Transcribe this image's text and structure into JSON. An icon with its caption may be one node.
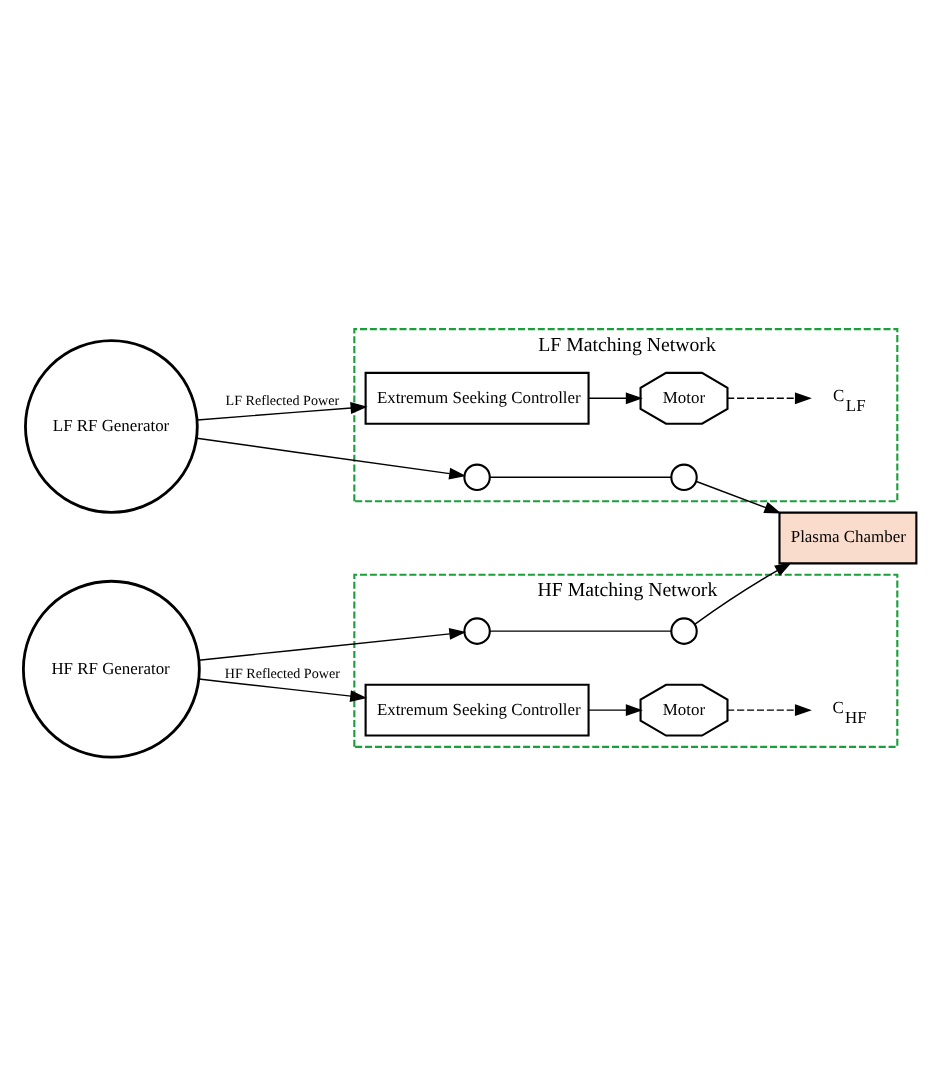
{
  "diagram": {
    "nodes": [
      {
        "text": [
          "LF RF Generator"
        ]
      },
      {
        "text": [
          "LF Matching Network"
        ]
      },
      {
        "text": [],
        "shape": "circle",
        "in": 1
      },
      {
        "text": [],
        "shape": "circle",
        "in": 1
      },
      {
        "text": [
          "C$_{LF}$"
        ],
        "in": 1
      },
      {
        "text": [
          "Motor"
        ],
        "in": 1
      },
      {
        "text": [
          "Extremum Seeking Controller"
        ],
        "in": 1
      },
      {
        "text": [
          "Plasma Chamber"
        ]
      },
      {
        "text": [
          "HF RF Generator"
        ]
      },
      {
        "text": [
          "HF Matching Network"
        ]
      },
      {
        "text": [],
        "shape": "circle",
        "in": 9
      },
      {
        "text": [],
        "shape": "circle",
        "in": 9
      },
      {
        "text": [
          "C$_{HF}$"
        ],
        "in": 9
      },
      {
        "text": [
          "Motor"
        ],
        "in": 9
      },
      {
        "text": [
          "Extremum Seeking Controller"
        ],
        "in": 9
      }
    ],
    "edges": [
      {
        "from": 0,
        "to": 2,
        "arrow": "to"
      },
      {
        "from": 2,
        "to": 3,
        "arrow": "none"
      },
      {
        "from": 5,
        "to": 4,
        "arrow": "to",
        "style": "dashed"
      },
      {
        "from": 6,
        "to": 5,
        "arrow": "to"
      },
      {
        "from": 0,
        "to": 6,
        "arrow": "to",
        "label": "LF Reflected Power"
      },
      {
        "from": 3,
        "to": 7,
        "arrow": "to"
      },
      {
        "from": 8,
        "to": 10,
        "arrow": "to"
      },
      {
        "from": 10,
        "to": 11,
        "arrow": "none"
      },
      {
        "from": 13,
        "to": 12,
        "arrow": "to",
        "style": "dashed"
      },
      {
        "from": 14,
        "to": 13,
        "arrow": "to"
      },
      {
        "from": 8,
        "to": 14,
        "arrow": "to",
        "label": "HF Reflected Power"
      },
      {
        "from": 11,
        "to": 7,
        "arrow": "to"
      }
    ]
  }
}
